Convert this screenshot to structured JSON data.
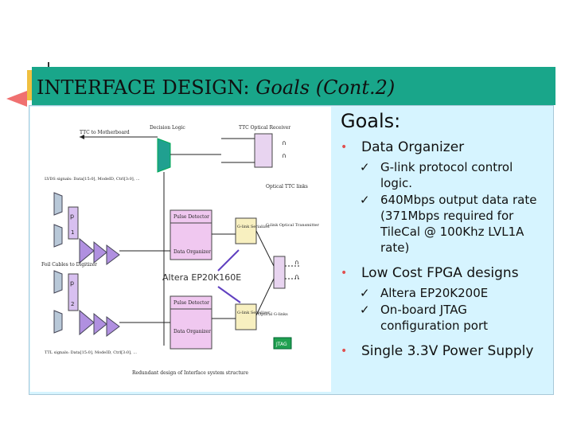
{
  "slide": {
    "title_main": "INTERFACE DESIGN: ",
    "title_sub": "Goals (Cont.2)",
    "diagram": {
      "caption": "Redundant design of Interface system structure",
      "overlay_label": "Altera EP20K160E",
      "labels": {
        "ttc_motherboard": "TTC to Motherboard",
        "decision_logic": "Decision Logic",
        "ttc_receiver": "TTC Optical Receiver",
        "optical_ttc": "Optical TTC links",
        "lvds_note": "LVDS signals: Data[15:0], ModeID, Ctrl[3:0], ...",
        "pulse_detector_1": "Pulse Detector",
        "data_organizer_1": "Data Organizer",
        "glink_serializer_1": "G-link Serializer",
        "glink_optical": "G-link Optical Transmitter",
        "foil_cables": "Foil Cables to Digitizer",
        "pulse_detector_2": "Pulse Detector",
        "data_organizer_2": "Data Organizer",
        "glink_serializer_2": "G-link Serializer",
        "optical_glinks": "Optical G-links",
        "ttl_note": "TTL signals: Data[15:0], ModeID, Ctrl[3:0], ...",
        "jtag": "JTAG",
        "p1": "p",
        "p2": "p",
        "n1": "1",
        "n2": "2"
      }
    },
    "goals_heading": "Goals:",
    "goals": [
      {
        "label": "Data Organizer",
        "subs": [
          "G-link protocol control logic.",
          "640Mbps output data rate (371Mbps required for TileCal @ 100Khz LVL1A rate)"
        ]
      },
      {
        "label": "Low Cost FPGA designs",
        "subs": [
          "Altera EP20K200E",
          "On-board JTAG configuration port"
        ]
      },
      {
        "label": "Single 3.3V Power Supply",
        "subs": []
      }
    ],
    "bullet_symbol": "•",
    "check_symbol": "✓"
  }
}
